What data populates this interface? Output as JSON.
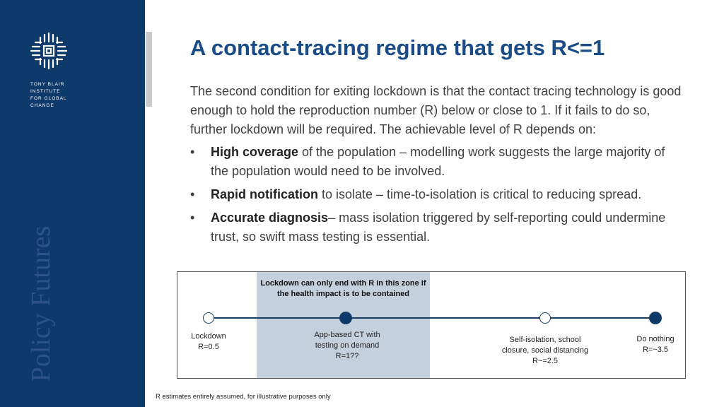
{
  "sidebar": {
    "org_lines": [
      "TONY BLAIR",
      "INSTITUTE",
      "FOR GLOBAL",
      "CHANGE"
    ],
    "vertical_text": "Policy Futures",
    "logo_icon": "tbi-logo-icon",
    "color": "#0e3a6b"
  },
  "slide": {
    "title": "A contact-tracing regime that gets R<=1",
    "intro": "The second condition for exiting lockdown is that the contact tracing technology is good enough to hold the reproduction number (R) below or close to 1. If it fails to do so, further lockdown will be required. The achievable level of R depends on:",
    "bullets": [
      {
        "marker": "•",
        "bold": "High coverage",
        "rest": " of the population – modelling work suggests the large majority of the population would need to be involved."
      },
      {
        "marker": "•",
        "bold": "Rapid notification",
        "rest": " to isolate – time-to-isolation is critical to reducing spread."
      },
      {
        "marker": "•",
        "bold": "Accurate diagnosis",
        "rest": "– mass isolation triggered by self-reporting could undermine trust, so swift mass testing is essential."
      }
    ]
  },
  "diagram": {
    "zone_label_line1": "Lockdown can only end with R in this zone if",
    "zone_label_line2": "the health impact is to be contained",
    "nodes": [
      {
        "line1": "Lockdown",
        "line2": "R=0.5",
        "line3": "",
        "filled": false
      },
      {
        "line1": "App-based CT with",
        "line2": "testing on demand",
        "line3": "R=1??",
        "filled": true
      },
      {
        "line1": "Self-isolation, school",
        "line2": "closure, social distancing",
        "line3": "R~=2.5",
        "filled": false
      },
      {
        "line1": "Do nothing",
        "line2": "R=~3.5",
        "line3": "",
        "filled": true
      }
    ]
  },
  "footnote": "R estimates entirely assumed, for illustrative purposes only"
}
